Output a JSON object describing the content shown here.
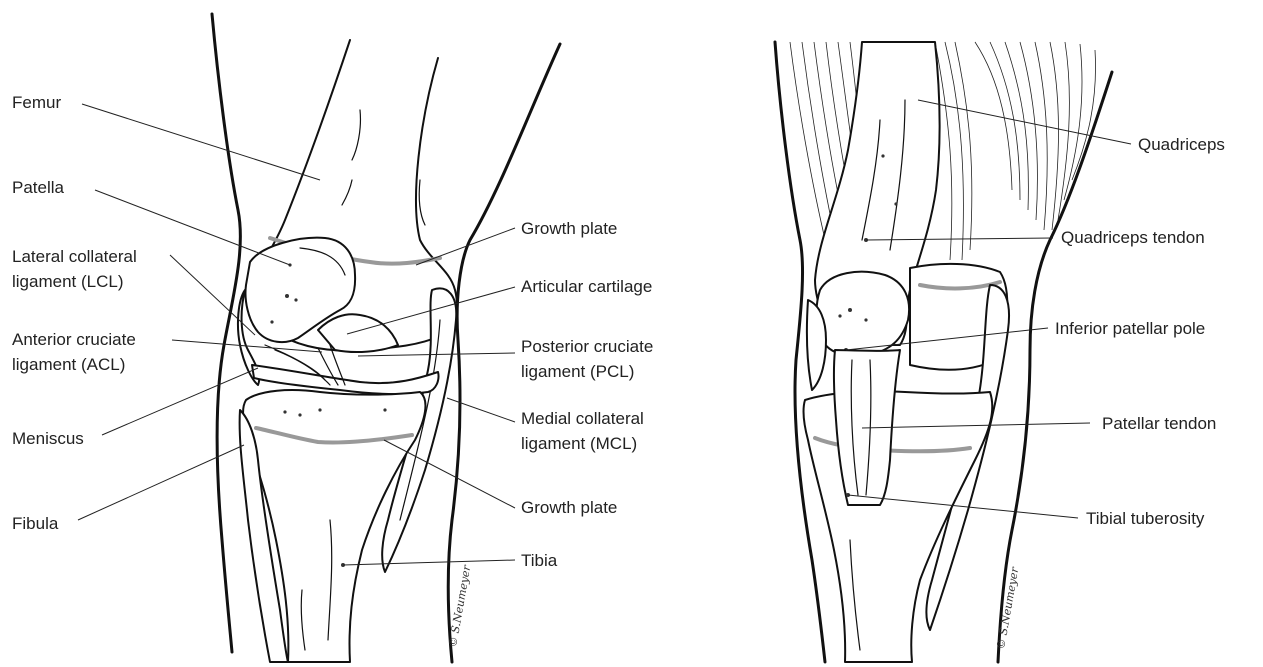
{
  "left_labels": {
    "femur": "Femur",
    "patella": "Patella",
    "lcl_line1": "Lateral collateral",
    "lcl_line2": "ligament (LCL)",
    "acl_line1": "Anterior cruciate",
    "acl_line2": "ligament (ACL)",
    "meniscus": "Meniscus",
    "fibula": "Fibula",
    "growth_plate_top": "Growth plate",
    "articular_cartilage": "Articular cartilage",
    "pcl_line1": "Posterior cruciate",
    "pcl_line2": "ligament (PCL)",
    "mcl_line1": "Medial collateral",
    "mcl_line2": "ligament (MCL)",
    "growth_plate_bottom": "Growth plate",
    "tibia": "Tibia"
  },
  "right_labels": {
    "quadriceps": "Quadriceps",
    "quadriceps_tendon": "Quadriceps tendon",
    "inferior_patellar_pole": "Inferior patellar pole",
    "patellar_tendon": "Patellar tendon",
    "tibial_tuberosity": "Tibial tuberosity"
  },
  "signature": "© S.Neumeyer"
}
